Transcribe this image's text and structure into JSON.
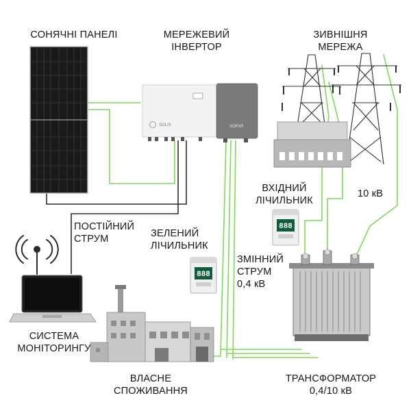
{
  "labels": {
    "solar_panels": "СОНЯЧНІ ПАНЕЛІ",
    "inverter": "МЕРЕЖЕВИЙ\nІНВЕРТОР",
    "external_grid": "ЗИВНІШНЯ\nМЕРЕЖА",
    "input_meter": "ВХІДНИЙ\nЛІЧИЛЬНИК",
    "voltage_10kv": "10 кВ",
    "direct_current": "ПОСТІЙНИЙ\nСТРУМ",
    "green_meter": "ЗЕЛЕНИЙ\nЛІЧИЛЬНИК",
    "alternating_current": "ЗМІННИЙ\nСТРУМ\n0,4 кВ",
    "monitoring_system": "СИСТЕМА\nМОНІТОРИНГУ",
    "own_consumption": "ВЛАСНЕ\nСПОЖИВАННЯ",
    "transformer": "ТРАНСФОРМАТОР\n0,4/10 кВ"
  },
  "meters": {
    "green_meter_display": "888",
    "input_meter_display": "888"
  },
  "colors": {
    "wire_green": "#7ed957",
    "wire_dark": "#2b2b2b",
    "meter_display": "#0f5c3a",
    "inverter_body": "#f2f2f2",
    "inverter_panel": "#7a7a7a",
    "transformer_body": "#c9c9c9"
  },
  "icons": [
    "solar-panel-icon",
    "inverter-icon",
    "power-tower-icon",
    "substation-building-icon",
    "electric-meter-icon",
    "transformer-icon",
    "laptop-icon",
    "wifi-signal-icon",
    "factory-icon"
  ]
}
